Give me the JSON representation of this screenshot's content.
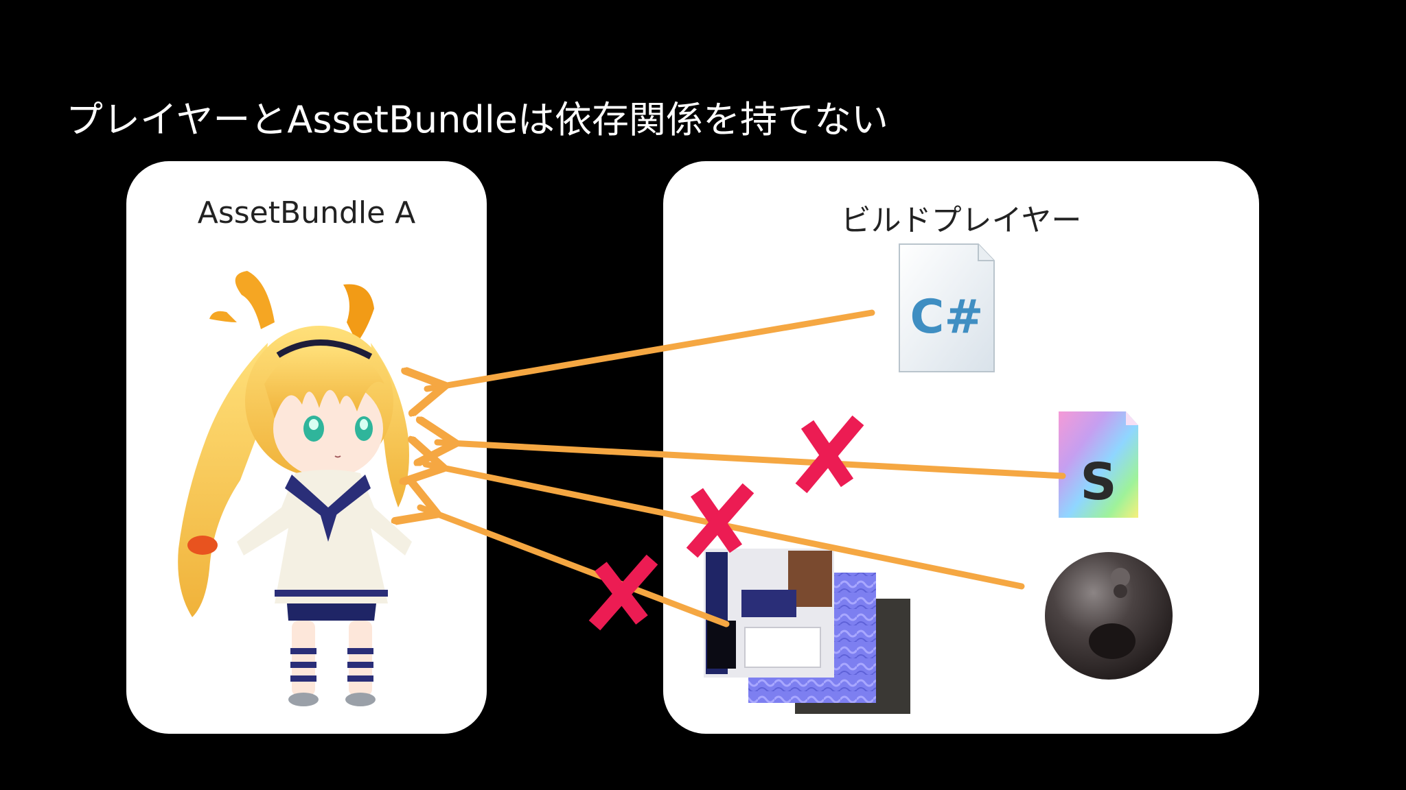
{
  "title": "プレイヤーとAssetBundleは依存関係を持てない",
  "bundle_panel": {
    "label": "AssetBundle A",
    "asset": "character-model"
  },
  "player_panel": {
    "label": "ビルドプレイヤー",
    "assets": [
      {
        "name": "csharp-script",
        "glyph": "C#",
        "dependency": "allowed"
      },
      {
        "name": "shader",
        "glyph": "S",
        "dependency": "blocked"
      },
      {
        "name": "material",
        "dependency": "blocked"
      },
      {
        "name": "textures",
        "dependency": "blocked"
      }
    ]
  },
  "colors": {
    "background": "#000000",
    "panel": "#ffffff",
    "arrow": "#f5a742",
    "cross": "#ec1c53"
  }
}
